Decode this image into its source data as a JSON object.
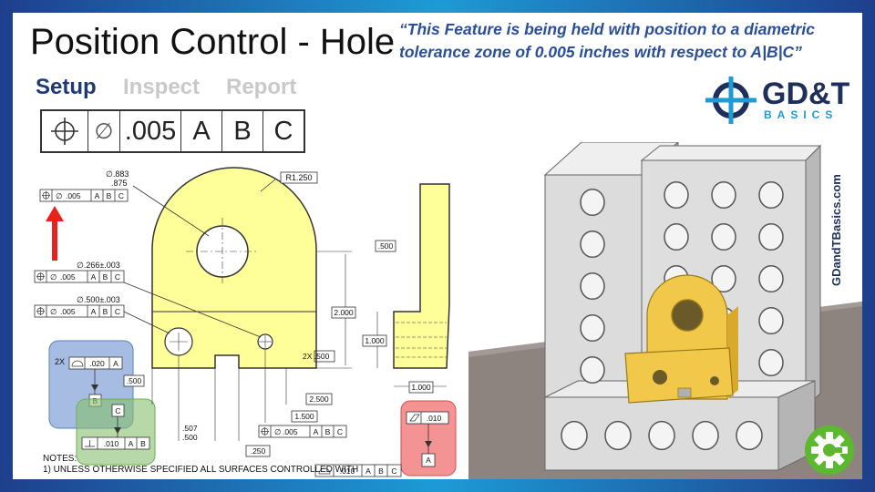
{
  "header": {
    "title": "Position Control - Hole",
    "quote": "“This Feature is being held with position to a diametric tolerance zone of 0.005 inches with respect to A|B|C”"
  },
  "steps": [
    "Setup",
    "Inspect",
    "Report"
  ],
  "big_fcf": {
    "symbol": "position-icon",
    "modifier": "∅",
    "tolerance": ".005",
    "datums": [
      "A",
      "B",
      "C"
    ]
  },
  "logo": {
    "main": "GD&T",
    "sub": "BASICS"
  },
  "website": "GDandTBasics.com",
  "drawing": {
    "radius_dim": "R1.250",
    "main_hole_dim_upper": "∅.883",
    "main_hole_dim_lower": ".875",
    "small_hole_dim": "∅.266±.003",
    "mid_hole_dim": "∅.500±.003",
    "fcf_tol": ".005",
    "fcf_mod": "∅",
    "datums": [
      "A",
      "B",
      "C"
    ],
    "profile_tol": ".020",
    "profile_mult": "2X",
    "dim_500_left": ".500",
    "datum_b": "B",
    "datum_c": "C",
    "perp_tol": ".010",
    "height_dim": "2.000",
    "side_thickness": ".500",
    "side_height": "1.000",
    "side_width": "1.000",
    "flat_tol": ".010",
    "datum_a": "A",
    "dim_2500": "2.500",
    "dim_1500": "1.500",
    "hole_spacing": "2X .500",
    "slot_dim_upper": ".507",
    "slot_dim_lower": ".500",
    "slot_width": ".250",
    "bottom_fcf_tol": ".005"
  },
  "notes": {
    "heading": "NOTES:",
    "line1": "1) UNLESS OTHERWISE SPECIFIED ALL SURFACES CONTROLLED WITH",
    "line1_tol": ".010",
    "line1_datums": [
      "A",
      "B",
      "C"
    ]
  },
  "colors": {
    "part_fill": "#ffff99",
    "accent": "#2a4f98",
    "brand_blue": "#1d9bd6",
    "gear_green": "#5cb82e"
  }
}
